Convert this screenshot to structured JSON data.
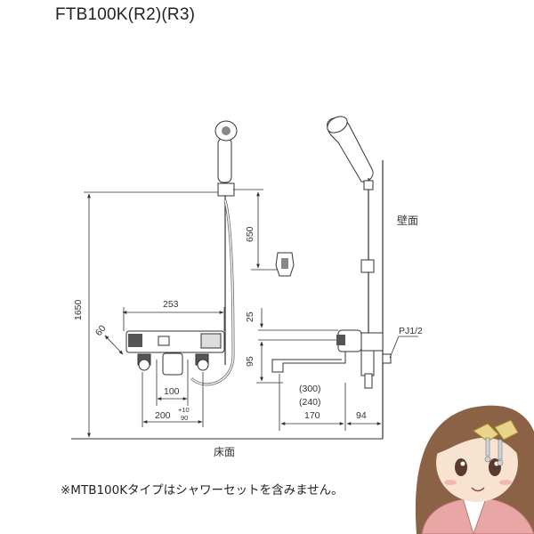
{
  "title": "FTB100K(R2)(R3)",
  "note": "※MTB100Kタイプはシャワーセットを含みません。",
  "labels": {
    "wall": "壁面",
    "floor": "床面",
    "pipe_thread": "PJ1/2"
  },
  "dimensions": {
    "total_height": "1650",
    "hanger_height": "650",
    "center_width": "253",
    "angle_60": "60",
    "spout_offset_25": "25",
    "spout_height_95": "95",
    "valve_100": "100",
    "pitch_200": "200",
    "tol_plus": "+10",
    "tol_minus": "90",
    "spout_300": "(300)",
    "spout_240": "(240)",
    "spout_170": "170",
    "wall_94": "94"
  },
  "colors": {
    "line": "#333333",
    "fixture": "#555555",
    "skin": "#f7e3cf",
    "hair": "#8b6246",
    "kimono": "#e8a6a4"
  }
}
